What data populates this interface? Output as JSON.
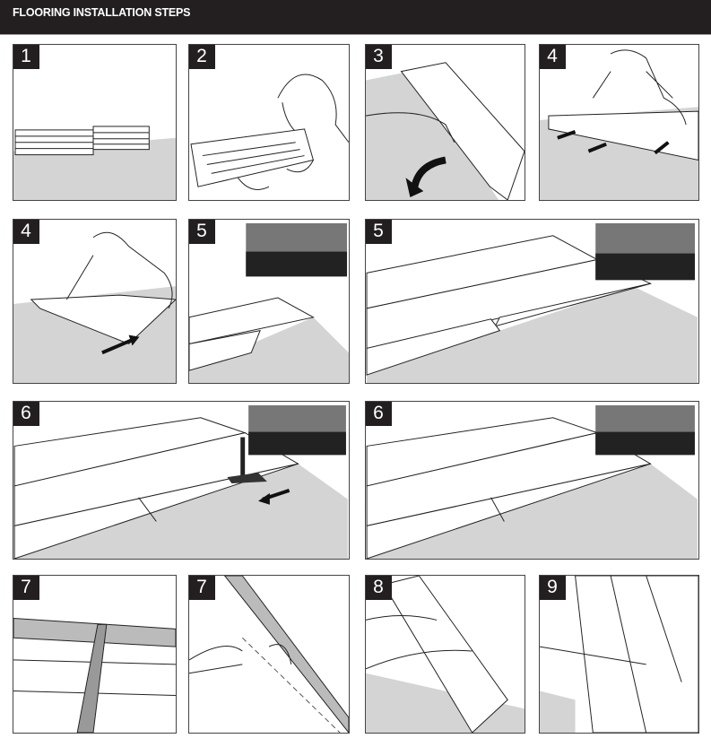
{
  "header": {
    "title": "FLOORING INSTALLATION STEPS"
  },
  "steps": [
    "1",
    "2",
    "3",
    "4",
    "4",
    "5",
    "5",
    "6",
    "6",
    "7",
    "7",
    "8",
    "9"
  ]
}
